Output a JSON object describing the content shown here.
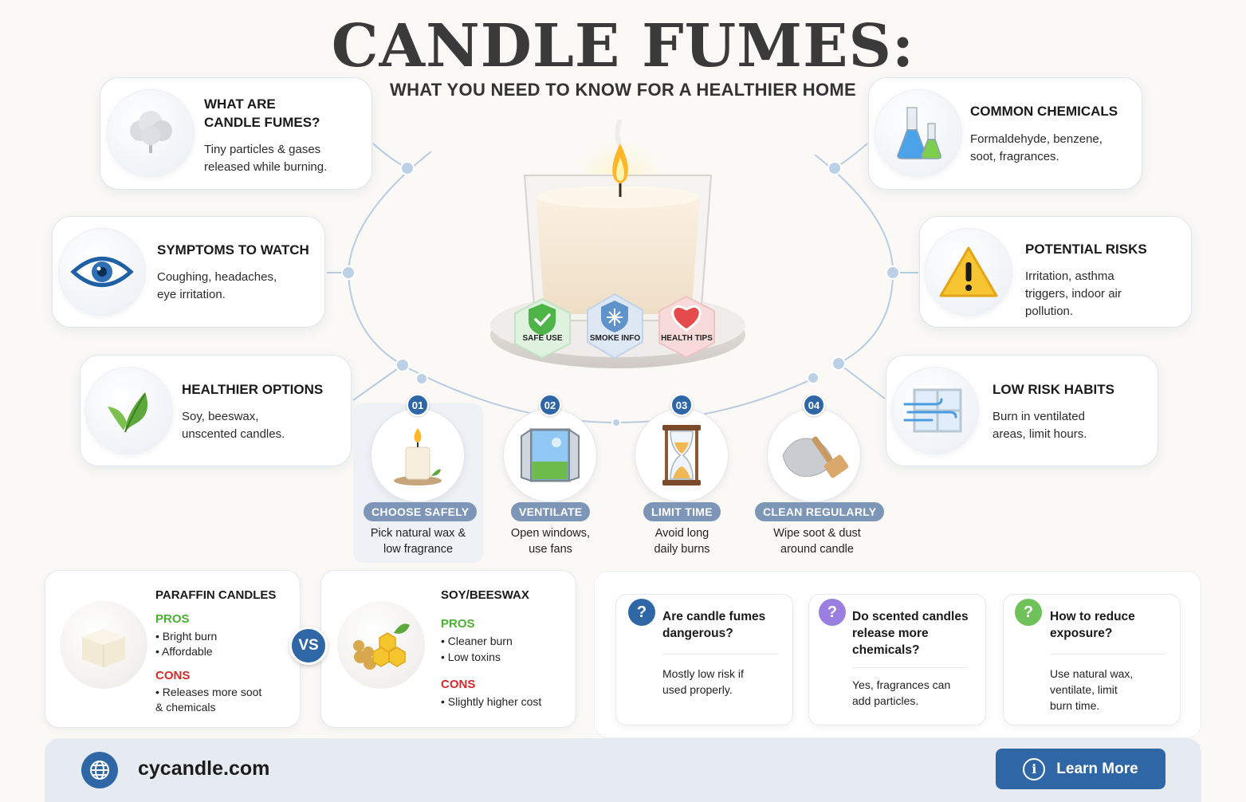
{
  "header": {
    "title": "CANDLE FUMES:",
    "subtitle": "WHAT YOU NEED TO KNOW FOR A HEALTHIER HOME"
  },
  "colors": {
    "accent": "#2f67a6",
    "pros": "#4caf34",
    "cons": "#d32a2a",
    "pill": "#7d95b6"
  },
  "cards": {
    "what": {
      "icon": "cloud-tree-icon",
      "title_1": "WHAT ARE",
      "title_2": "CANDLE FUMES?",
      "desc_1": "Tiny particles & gases",
      "desc_2": "released while burning."
    },
    "symptoms": {
      "icon": "eye-icon",
      "title": "SYMPTOMS TO WATCH",
      "desc_1": "Coughing, headaches,",
      "desc_2": "eye irritation."
    },
    "healthier": {
      "icon": "leaf-icon",
      "title": "HEALTHIER OPTIONS",
      "desc_1": "Soy, beeswax,",
      "desc_2": "unscented candles."
    },
    "chemicals": {
      "icon": "flask-icon",
      "title": "COMMON CHEMICALS",
      "desc_1": "Formaldehyde, benzene,",
      "desc_2": "soot, fragrances."
    },
    "risks": {
      "icon": "warning-icon",
      "title": "POTENTIAL RISKS",
      "desc_1": "Irritation, asthma",
      "desc_2": "triggers, indoor air",
      "desc_3": "pollution."
    },
    "habits": {
      "icon": "window-wind-icon",
      "title": "LOW RISK HABITS",
      "desc_1": "Burn in ventilated",
      "desc_2": "areas, limit hours."
    }
  },
  "badges": {
    "safe": "SAFE USE",
    "smoke": "SMOKE INFO",
    "health": "HEALTH TIPS"
  },
  "steps": [
    {
      "num": "01",
      "label": "CHOOSE SAFELY",
      "desc_1": "Pick natural wax &",
      "desc_2": "low fragrance",
      "icon": "candle-icon"
    },
    {
      "num": "02",
      "label": "VENTILATE",
      "desc_1": "Open windows,",
      "desc_2": "use fans",
      "icon": "open-window-icon"
    },
    {
      "num": "03",
      "label": "LIMIT TIME",
      "desc_1": "Avoid long",
      "desc_2": "daily burns",
      "icon": "hourglass-icon"
    },
    {
      "num": "04",
      "label": "CLEAN REGULARLY",
      "desc_1": "Wipe soot & dust",
      "desc_2": "around candle",
      "icon": "cloth-brush-icon"
    }
  ],
  "compare": {
    "vs": "VS",
    "paraffin": {
      "title": "PARAFFIN CANDLES",
      "pros_label": "PROS",
      "pros": [
        "• Bright burn",
        "• Affordable"
      ],
      "cons_label": "CONS",
      "cons": [
        "• Releases more soot",
        "& chemicals"
      ]
    },
    "soy": {
      "title": "SOY/BEESWAX",
      "pros_label": "PROS",
      "pros": [
        "• Cleaner burn",
        "• Low toxins"
      ],
      "cons_label": "CONS",
      "cons": [
        "• Slightly higher cost"
      ]
    }
  },
  "faq": [
    {
      "q_1": "Are candle fumes",
      "q_2": "dangerous?",
      "a_1": "Mostly low risk if",
      "a_2": "used properly.",
      "color": "#2f67a6"
    },
    {
      "q_1": "Do scented candles",
      "q_2": "release more",
      "q_3": "chemicals?",
      "a_1": "Yes, fragrances can",
      "a_2": "add particles.",
      "color": "#9b7fe0"
    },
    {
      "q_1": "How to reduce",
      "q_2": "exposure?",
      "a_1": "Use natural wax,",
      "a_2": "ventilate, limit",
      "a_3": "burn time.",
      "color": "#6fc25a"
    }
  ],
  "footer": {
    "site": "cycandle.com",
    "button": "Learn More"
  }
}
